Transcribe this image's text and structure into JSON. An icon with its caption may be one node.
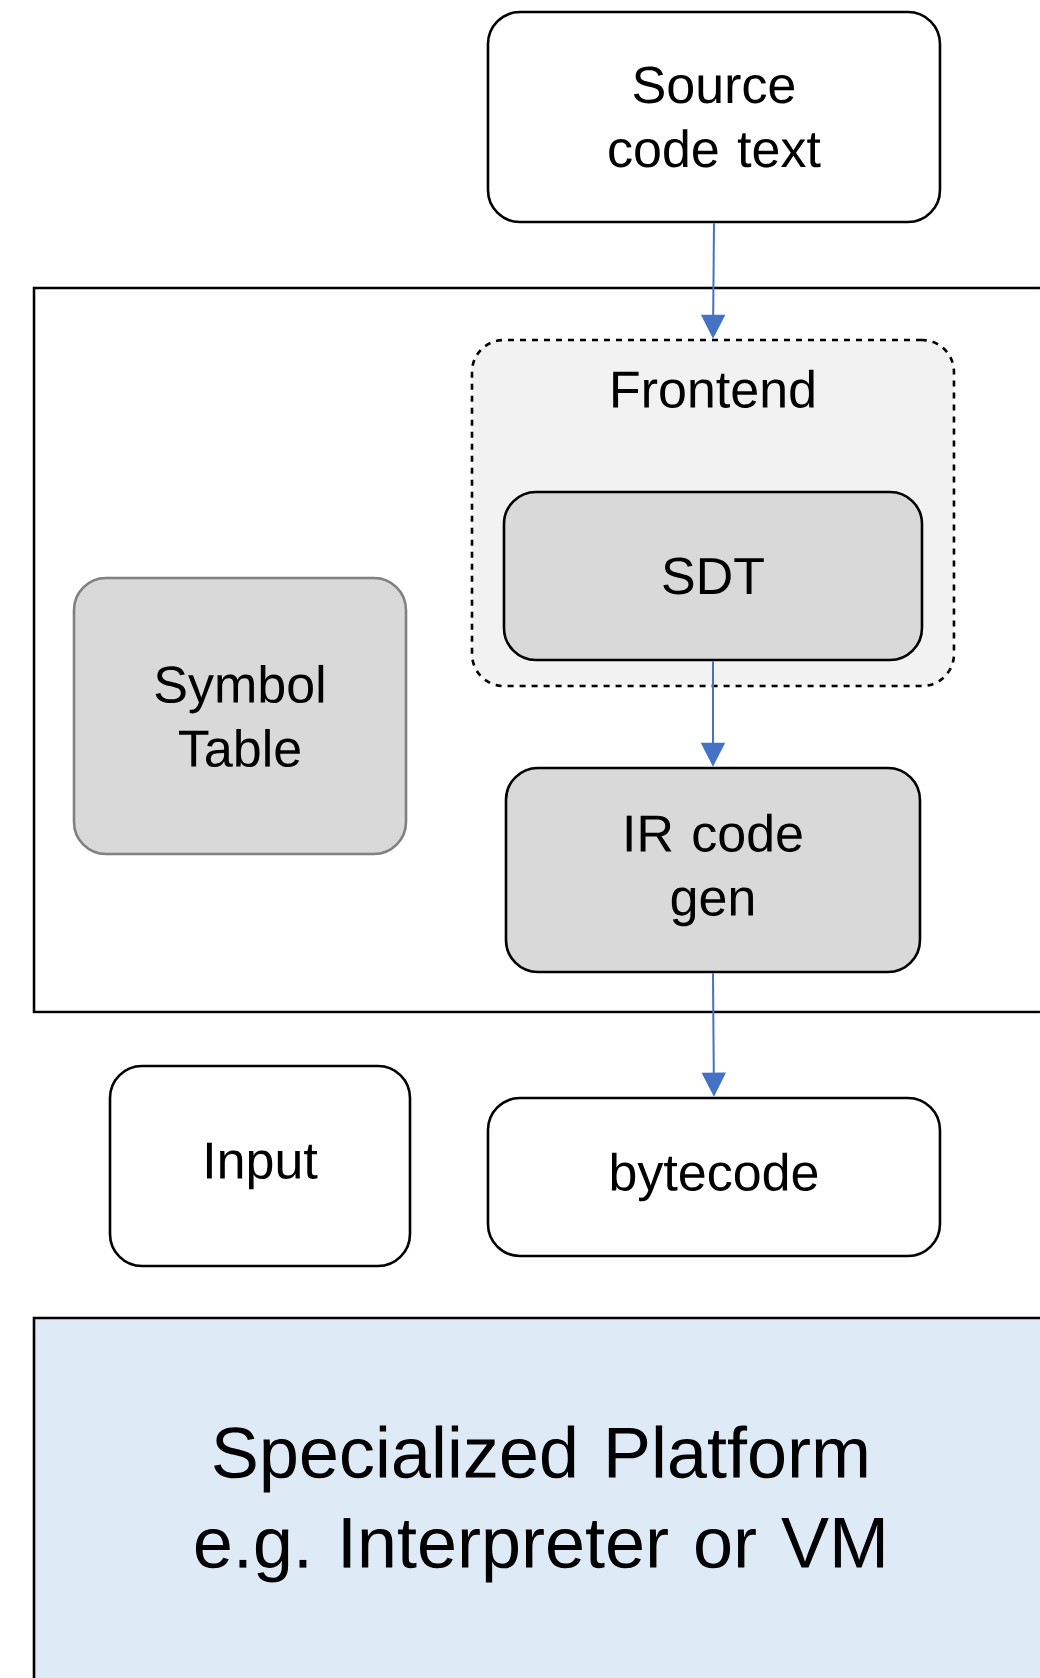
{
  "diagram": {
    "nodes": [
      {
        "text": [
          "Source code text"
        ]
      },
      {
        "text": [],
        "shape": "box"
      },
      {
        "text": [
          "Frontend"
        ],
        "in": 1
      },
      {
        "text": [
          "SDT"
        ],
        "in": 2
      },
      {
        "text": [
          "Symbol Table"
        ],
        "in": 1
      },
      {
        "text": [
          "IR code gen"
        ],
        "in": 1
      },
      {
        "text": [
          "Input"
        ]
      },
      {
        "text": [
          "bytecode"
        ]
      },
      {
        "text": [
          "Specialized Platform e.g. Interpreter or VM"
        ]
      }
    ],
    "edges": [
      {
        "from": 0,
        "to": 2,
        "arrow": "to"
      },
      {
        "from": 3,
        "to": 5,
        "arrow": "to"
      },
      {
        "from": 5,
        "to": 7,
        "arrow": "to"
      }
    ]
  }
}
